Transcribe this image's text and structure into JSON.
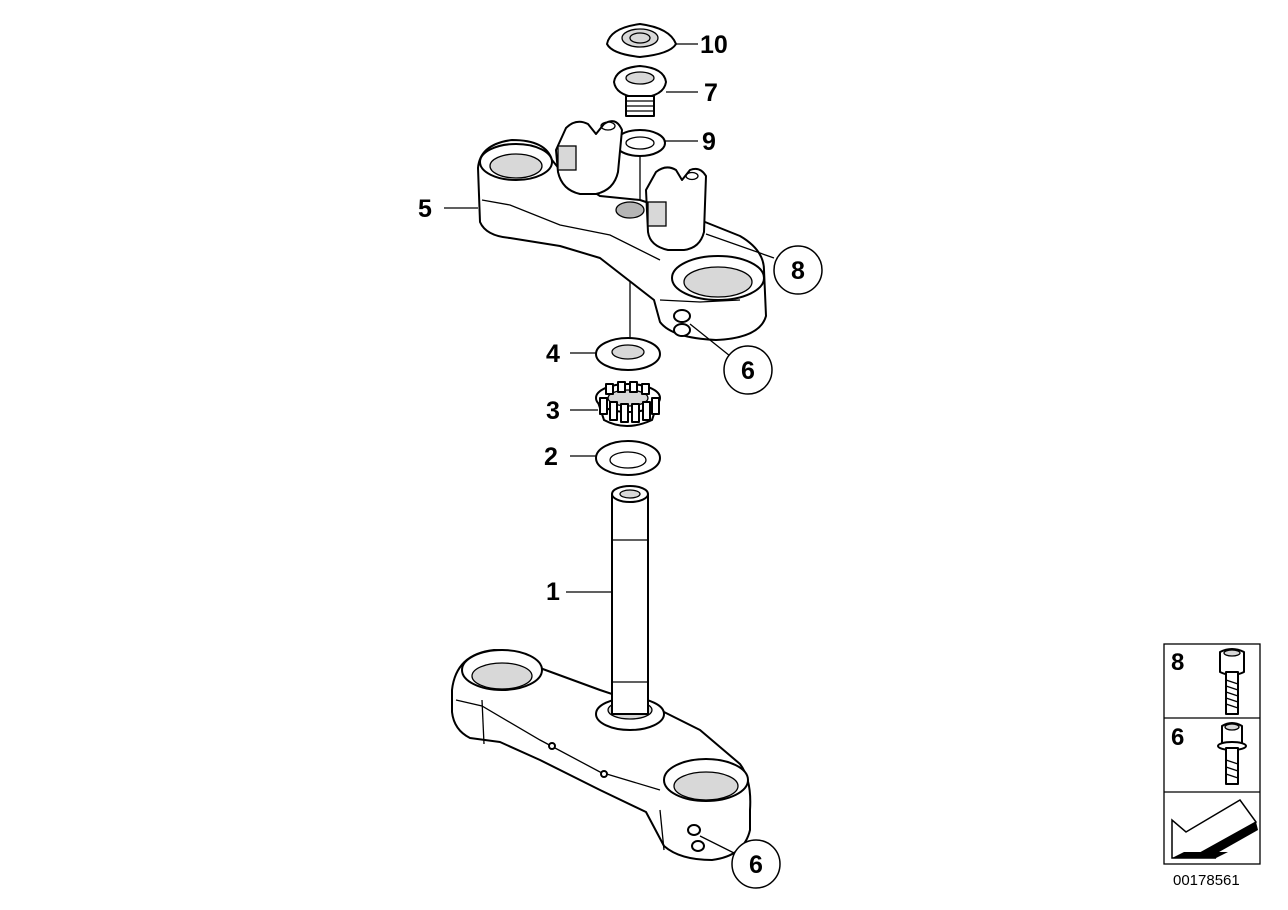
{
  "callouts": {
    "c10": "10",
    "c7": "7",
    "c9": "9",
    "c5": "5",
    "c8": "8",
    "c4": "4",
    "c6a": "6",
    "c3": "3",
    "c2": "2",
    "c1": "1",
    "c6b": "6"
  },
  "legend": {
    "item_8": "8",
    "item_6": "6"
  },
  "document_number": "00178561"
}
